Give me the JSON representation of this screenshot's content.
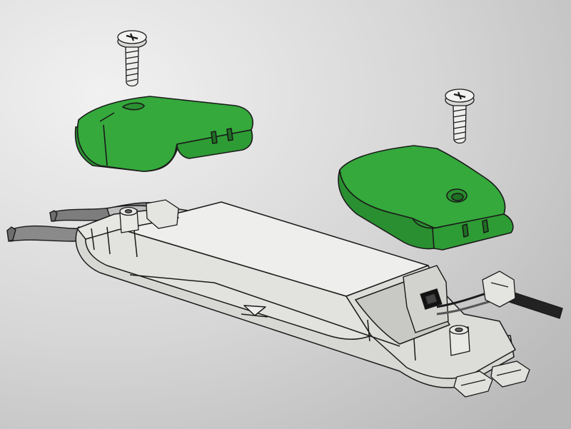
{
  "illustration": {
    "subject": "driver-housing-assembly",
    "colors": {
      "cover": "#35a93c",
      "cover_shade": "#2a8f30",
      "cover_dark": "#1f6f24",
      "housing": "#eeeeec",
      "housing_shade": "#d7d7d4",
      "housing_dark": "#bdbdba",
      "cable": "#8a8a8a",
      "outline": "#1a1a1a",
      "background_light": "#f1f1f1",
      "background_dark": "#b8b8b8"
    },
    "parts": [
      {
        "name": "screw",
        "count": 2
      },
      {
        "name": "end-cover",
        "count": 2
      },
      {
        "name": "housing",
        "count": 1
      },
      {
        "name": "cable-clamp",
        "count": 2
      },
      {
        "name": "terminal-block",
        "count": 1
      },
      {
        "name": "strain-relief-tab",
        "count": 2
      },
      {
        "name": "cable",
        "count": 3
      }
    ]
  }
}
